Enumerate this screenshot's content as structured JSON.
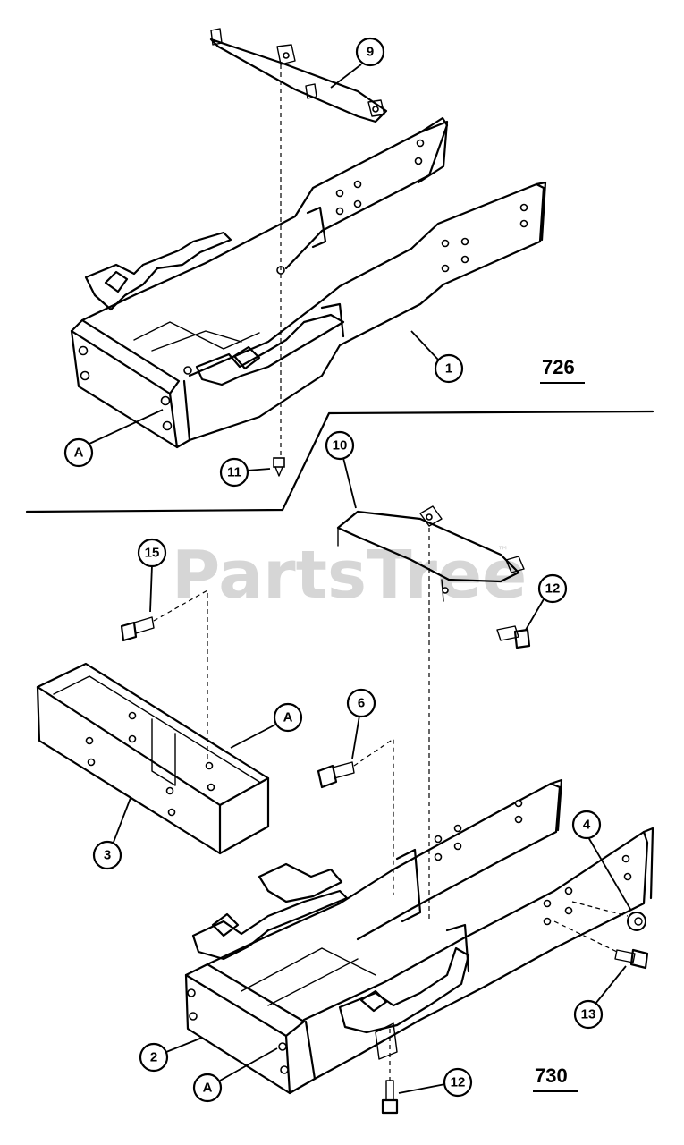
{
  "watermark": {
    "text": "PartsTree",
    "trademark": "™"
  },
  "models": {
    "top": "726",
    "bottom": "730"
  },
  "callouts": {
    "c9": "9",
    "c1": "1",
    "cA_top": "A",
    "c11": "11",
    "c10": "10",
    "c15": "15",
    "c12_upper": "12",
    "cA_mid": "A",
    "c6": "6",
    "c3": "3",
    "c4": "4",
    "c13": "13",
    "c2": "2",
    "cA_bottom": "A",
    "c12_lower": "12"
  }
}
